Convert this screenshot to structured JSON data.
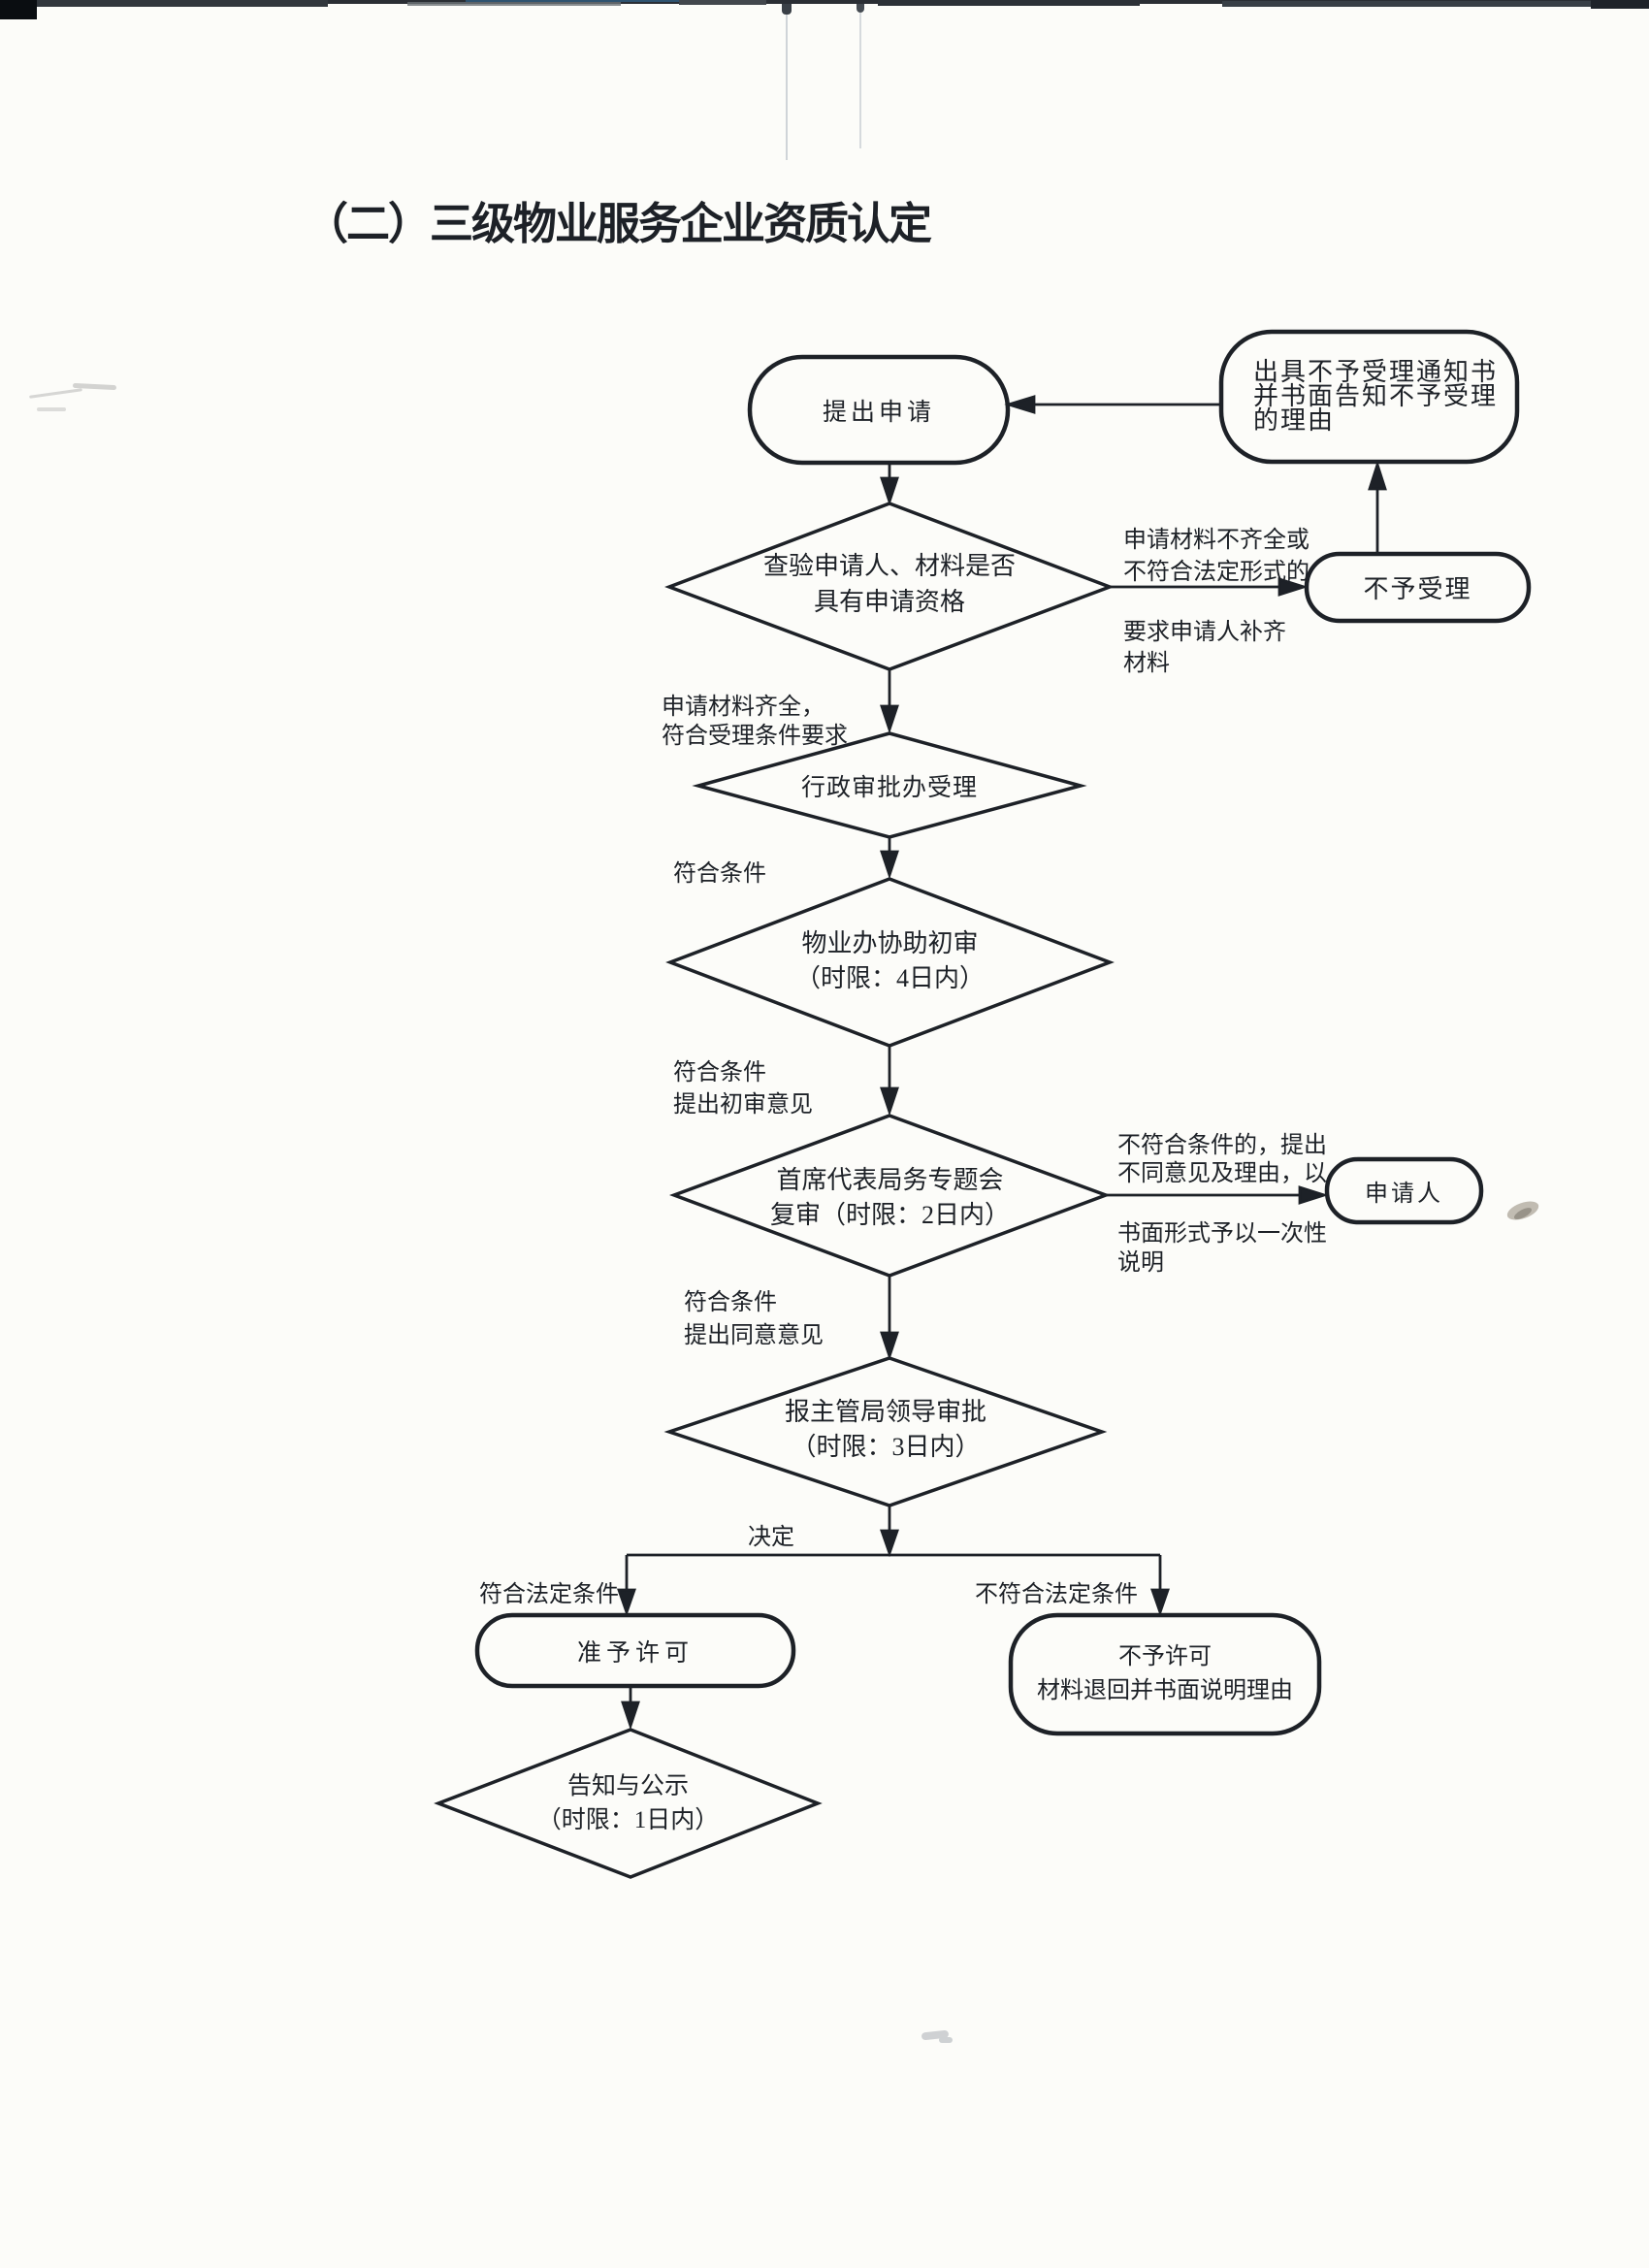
{
  "page": {
    "title": "（二）三级物业服务企业资质认定"
  },
  "colors": {
    "ink": "#1d2127",
    "paper": "#fcfcf9"
  },
  "flow": {
    "start": "提出申请",
    "notice": {
      "l1": "出具不予受理通知书",
      "l2": "并书面告知不予受理",
      "l3": "的理由"
    },
    "check": {
      "l1": "查验申请人、材料是否",
      "l2": "具有申请资格"
    },
    "not_accept": "不予受理",
    "incomplete": {
      "l1": "申请材料不齐全或",
      "l2": "不符合法定形式的",
      "l3": "要求申请人补齐",
      "l4": "材料"
    },
    "complete": {
      "l1": "申请材料齐全，",
      "l2": "符合受理条件要求"
    },
    "accept": "行政审批办受理",
    "cond_meet1": "符合条件",
    "initial": {
      "l1": "物业办协助初审",
      "l2": "（时限：4日内）"
    },
    "cond_meet2": {
      "l1": "符合条件",
      "l2": "提出初审意见"
    },
    "review": {
      "l1": "首席代表局务专题会",
      "l2": "复审（时限：2日内）"
    },
    "disagree": {
      "l1": "不符合条件的，提出",
      "l2": "不同意见及理由，以",
      "l3": "书面形式予以一次性",
      "l4": "说明"
    },
    "applicant": "申请人",
    "cond_meet3": {
      "l1": "符合条件",
      "l2": "提出同意意见"
    },
    "approve": {
      "l1": "报主管局领导审批",
      "l2": "（时限：3日内）"
    },
    "decision": "决定",
    "legal": "符合法定条件",
    "illegal": "不符合法定条件",
    "permit": "准予许可",
    "deny": {
      "l1": "不予许可",
      "l2": "材料退回并书面说明理由"
    },
    "announce": {
      "l1": "告知与公示",
      "l2": "（时限：1日内）"
    }
  }
}
